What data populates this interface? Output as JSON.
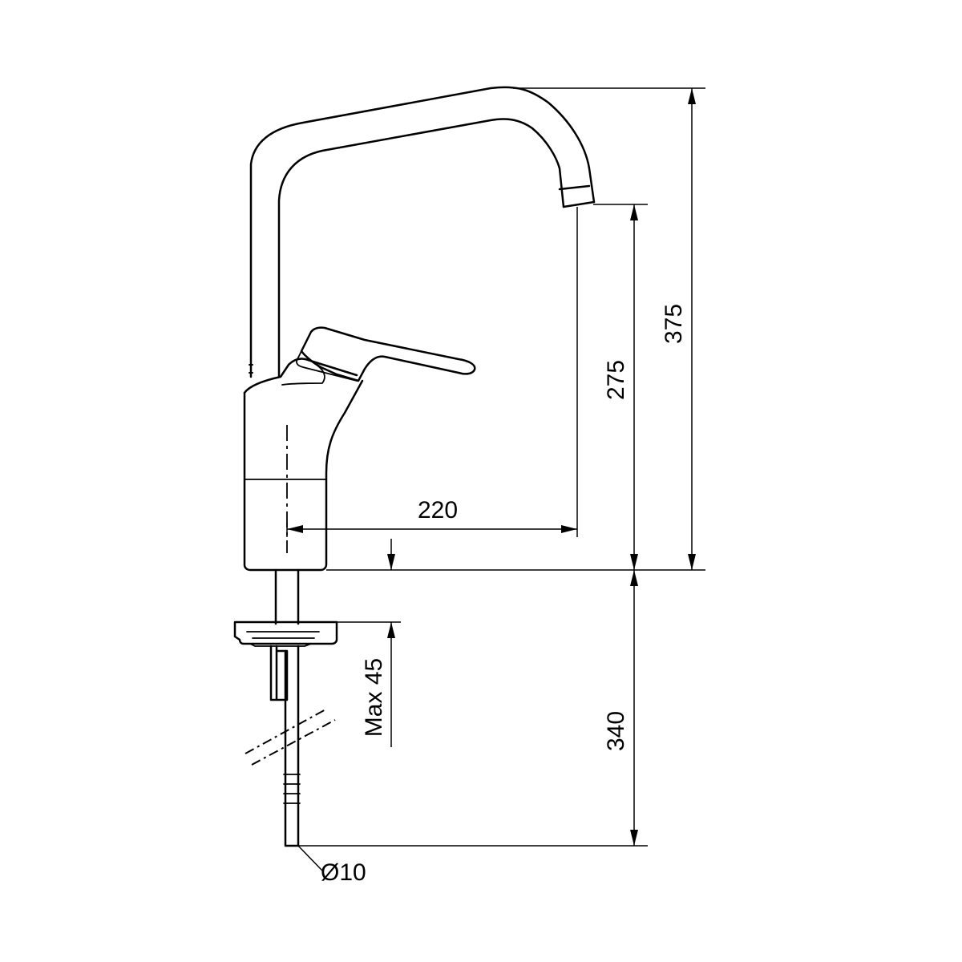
{
  "colors": {
    "line": "#000000",
    "background": "#ffffff"
  },
  "dimensions": {
    "spout_reach": "220",
    "spout_height": "275",
    "total_height": "375",
    "max_countertop_thickness": "Max 45",
    "hose_length": "340",
    "hose_diameter": "Ø10"
  }
}
